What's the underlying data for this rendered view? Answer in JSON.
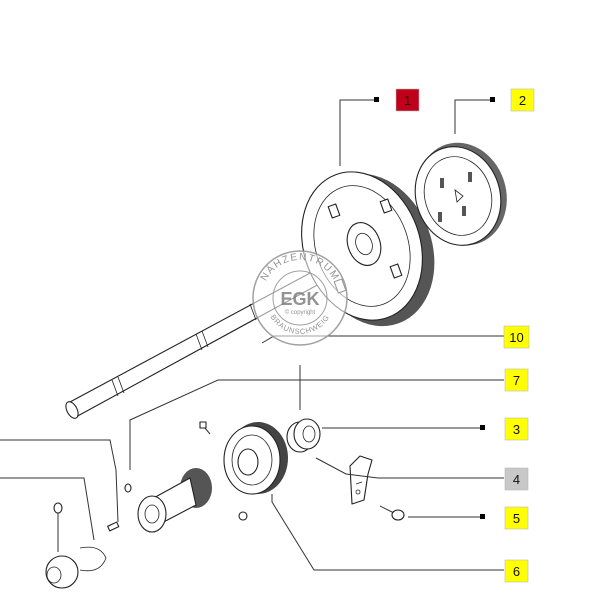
{
  "callouts": [
    {
      "id": "1",
      "label": "1",
      "color": "#c0001a",
      "text_color": "#1a1a1a"
    },
    {
      "id": "2",
      "label": "2",
      "color": "#ffff00",
      "text_color": "#111111"
    },
    {
      "id": "3",
      "label": "3",
      "color": "#ffff00",
      "text_color": "#111111"
    },
    {
      "id": "4",
      "label": "4",
      "color": "#c8c8c8",
      "text_color": "#111111"
    },
    {
      "id": "5",
      "label": "5",
      "color": "#ffff00",
      "text_color": "#111111"
    },
    {
      "id": "6",
      "label": "6",
      "color": "#ffff00",
      "text_color": "#111111"
    },
    {
      "id": "7",
      "label": "7",
      "color": "#ffff00",
      "text_color": "#111111"
    },
    {
      "id": "10",
      "label": "10",
      "color": "#ffff00",
      "text_color": "#111111"
    }
  ],
  "watermark": {
    "top_text": "NÄHZENTRUM",
    "logo": "EGK",
    "copyright": "© copyright",
    "bottom_text": "BRAUNSCHWEIG"
  }
}
